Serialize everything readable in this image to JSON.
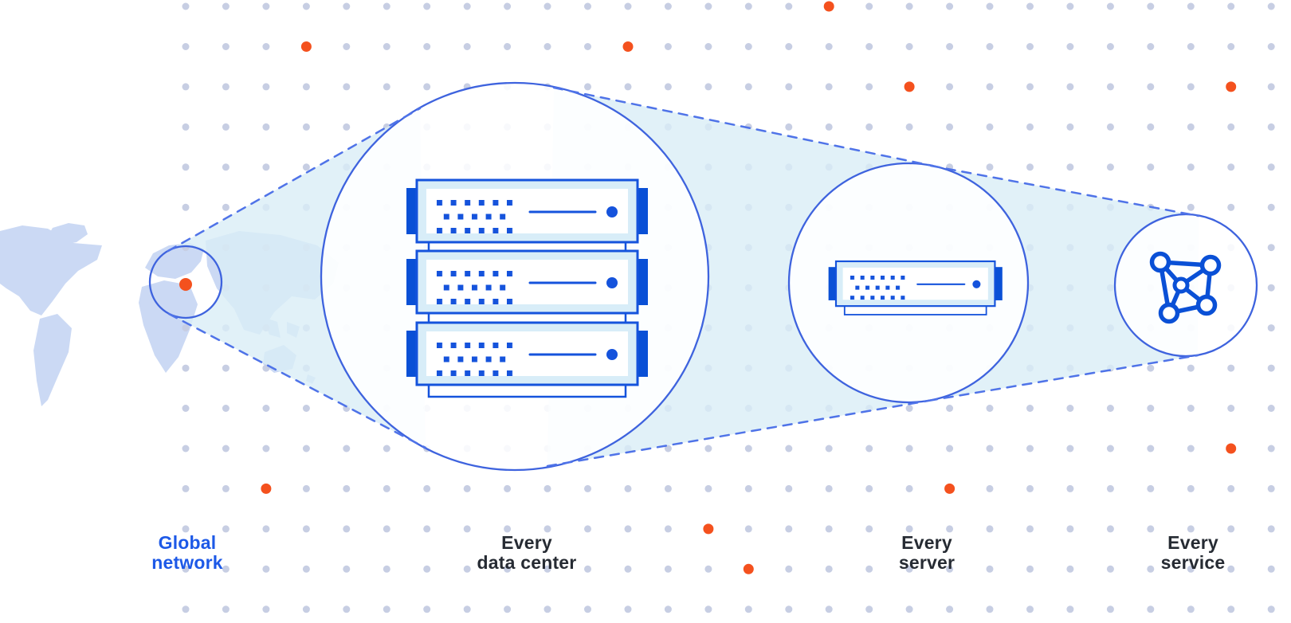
{
  "labels": {
    "global_network": "Global\nnetwork",
    "every_data_center": "Every\ndata center",
    "every_server": "Every\nserver",
    "every_service": "Every\nservice"
  },
  "icons": {
    "map": "world-map",
    "marker": "location-dot",
    "data_center": "server-rack",
    "server": "server-unit",
    "service": "network-mesh"
  },
  "colors": {
    "accent_blue": "#1553dc",
    "deep_blue": "#0a50d6",
    "circle_stroke": "#3e63de",
    "dash_blue": "#4f73e8",
    "light_server_fill": "#d8edf8",
    "beam_fill": "#d9eef6",
    "grid_dot": "#c7cee3",
    "accent_orange": "#f4511e",
    "text_dark": "#262b33",
    "text_blue": "#1d59e7",
    "map_land": "#cbd9f4"
  }
}
